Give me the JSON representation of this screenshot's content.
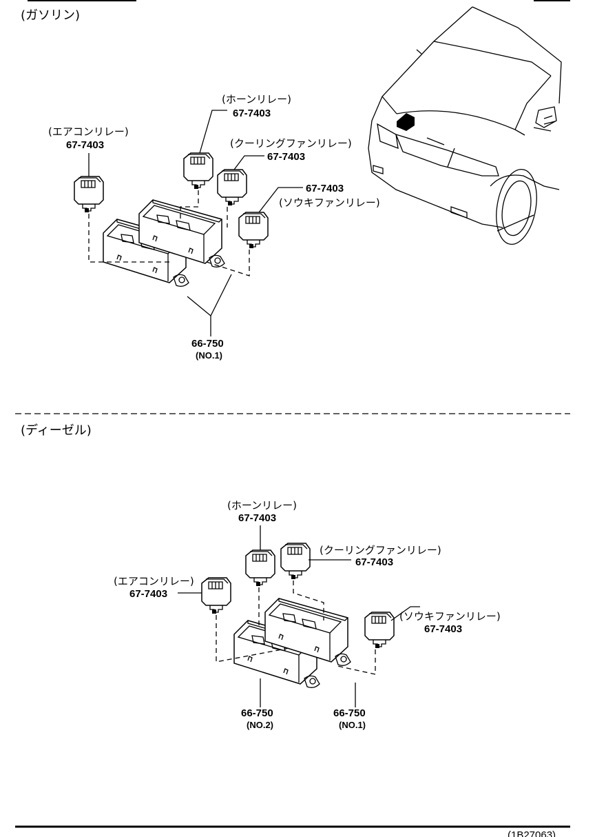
{
  "sections": {
    "gasoline": {
      "title": "(ガソリン)",
      "relays": {
        "aircon": {
          "name": "(エアコンリレー)",
          "part": "67-7403"
        },
        "horn": {
          "name": "(ホーンリレー)",
          "part": "67-7403"
        },
        "cooling_fan": {
          "name": "(クーリングファンリレー)",
          "part": "67-7403"
        },
        "sub_fan": {
          "name": "(ソウキファンリレー)",
          "part": "67-7403"
        }
      },
      "relay_box": {
        "part": "66-750",
        "note": "(NO.1)"
      }
    },
    "diesel": {
      "title": "(ディーゼル)",
      "relays": {
        "aircon": {
          "name": "(エアコンリレー)",
          "part": "67-7403"
        },
        "horn": {
          "name": "(ホーンリレー)",
          "part": "67-7403"
        },
        "cooling_fan": {
          "name": "(クーリングファンリレー)",
          "part": "67-7403"
        },
        "sub_fan": {
          "name": "(ソウキファンリレー)",
          "part": "67-7403"
        }
      },
      "relay_box_no2": {
        "part": "66-750",
        "note": "(NO.2)"
      },
      "relay_box_no1": {
        "part": "66-750",
        "note": "(NO.1)"
      }
    }
  },
  "footer": {
    "code": "(1B27063)"
  }
}
